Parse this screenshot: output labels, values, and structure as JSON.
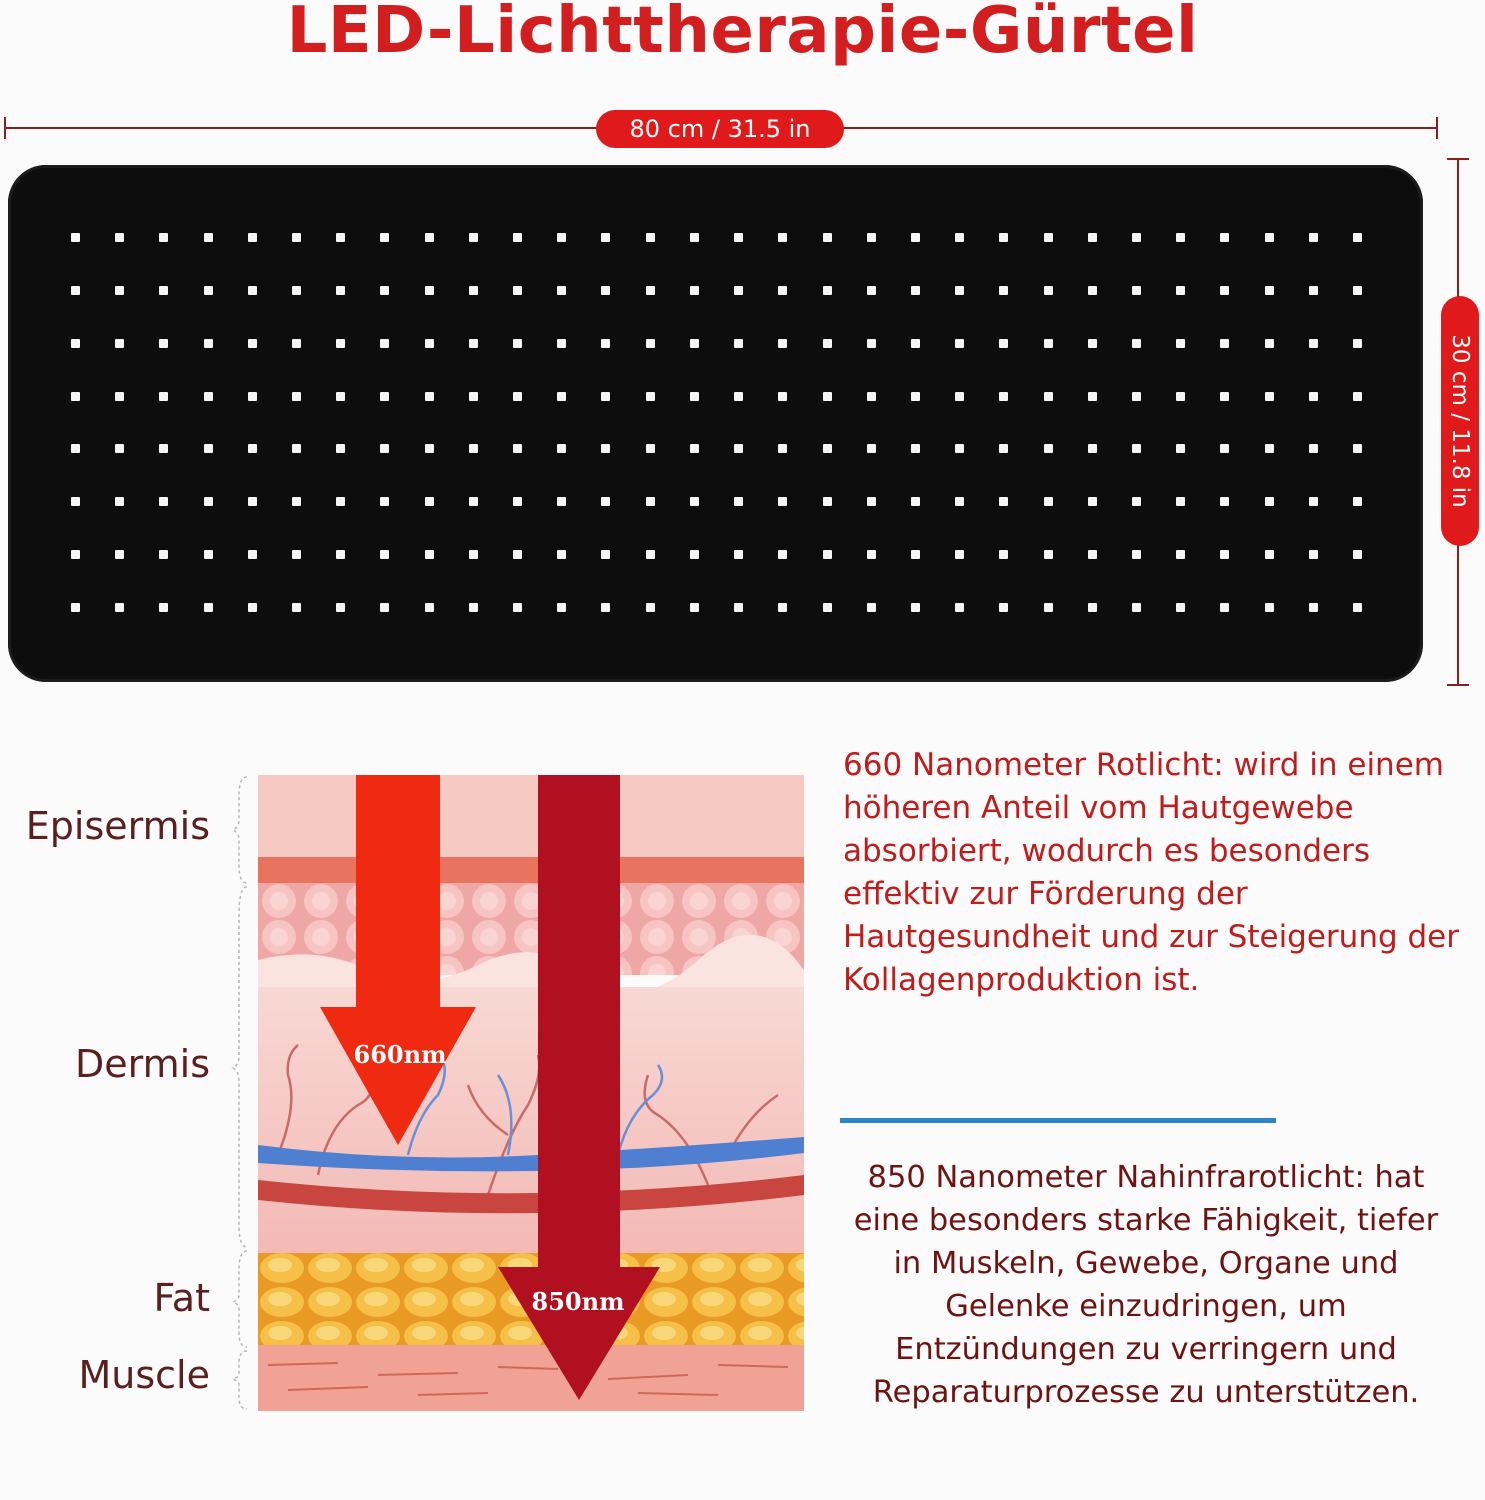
{
  "title": "LED-Lichttherapie-Gürtel",
  "dimensions": {
    "width_label": "80 cm / 31.5 in",
    "height_label": "30 cm / 11.8 in"
  },
  "belt": {
    "led_rows": 8,
    "led_columns": 30
  },
  "layers": {
    "epidermis": "Episermis",
    "dermis": "Dermis",
    "fat": "Fat",
    "muscle": "Muscle"
  },
  "arrows": {
    "red_label": "660nm",
    "infrared_label": "850nm"
  },
  "descriptions": {
    "red_light": "660 Nanometer Rotlicht: wird in einem höheren Anteil vom Hautgewebe absorbiert, wodurch es besonders effektiv zur Förderung der Hautgesundheit und zur Steigerung der Kollagenproduktion ist.",
    "infrared_light": "850 Nanometer Nahinfrarotlicht: hat eine besonders starke Fähigkeit, tiefer in Muskeln, Gewebe, Organe und Gelenke einzudringen, um Entzündungen zu verringern und Reparaturprozesse zu unterstützen."
  },
  "colors": {
    "title_red": "#d21e1e",
    "badge_red": "#e01a1a",
    "arrow_660": "#f02a10",
    "arrow_850": "#b01020",
    "separator_blue": "#2f86c6"
  }
}
